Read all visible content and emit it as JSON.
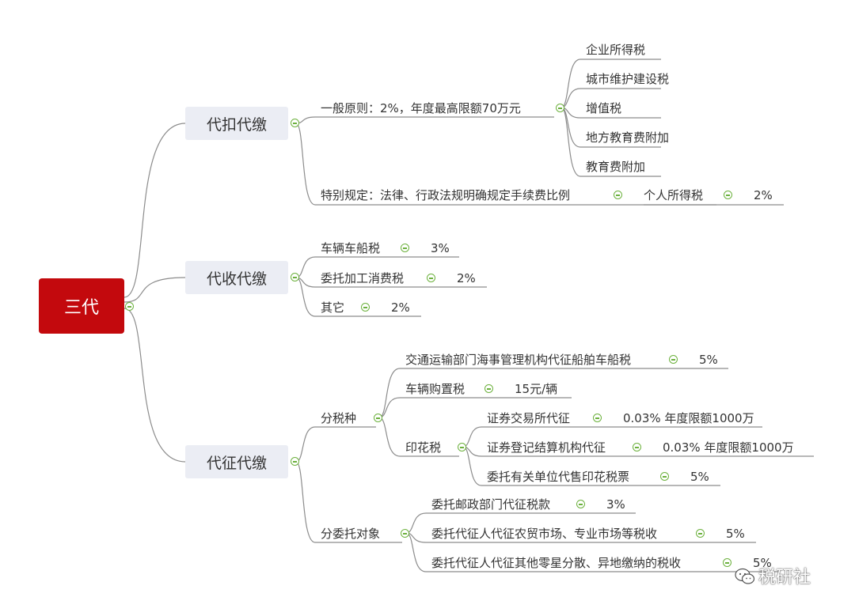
{
  "root": "三代",
  "branches": [
    {
      "label": "代扣代缴",
      "children": [
        {
          "label": "一般原则：2%，年度最高限额70万元",
          "children": [
            "企业所得税",
            "城市维护建设税",
            "增值税",
            "地方教育费附加",
            "教育费附加"
          ]
        },
        {
          "label": "特别规定：法律、行政法规明确规定手续费比例",
          "chain": [
            "个人所得税",
            "2%"
          ]
        }
      ]
    },
    {
      "label": "代收代缴",
      "children": [
        {
          "label": "车辆车船税",
          "value": "3%"
        },
        {
          "label": "委托加工消费税",
          "value": "2%"
        },
        {
          "label": "其它",
          "value": "2%"
        }
      ]
    },
    {
      "label": "代征代缴",
      "children": [
        {
          "label": "分税种",
          "children": [
            {
              "label": "交通运输部门海事管理机构代征船舶车船税",
              "value": "5%"
            },
            {
              "label": "车辆购置税",
              "value": "15元/辆"
            },
            {
              "label": "印花税",
              "children": [
                {
                  "label": "证券交易所代征",
                  "value": "0.03% 年度限额1000万"
                },
                {
                  "label": "证券登记结算机构代征",
                  "value": "0.03% 年度限额1000万"
                },
                {
                  "label": "委托有关单位代售印花税票",
                  "value": "5%"
                }
              ]
            }
          ]
        },
        {
          "label": "分委托对象",
          "children": [
            {
              "label": "委托邮政部门代征税款",
              "value": "3%"
            },
            {
              "label": "委托代征人代征农贸市场、专业市场等税收",
              "value": "5%"
            },
            {
              "label": "委托代征人代征其他零星分散、异地缴纳的税收",
              "value": "5%"
            }
          ]
        }
      ]
    }
  ],
  "watermark": "税研社",
  "colors": {
    "root_fill": "#c3090d",
    "branch_fill": "#ebedf4",
    "line": "#8c8c8c",
    "toggle": "#6cb13d"
  }
}
